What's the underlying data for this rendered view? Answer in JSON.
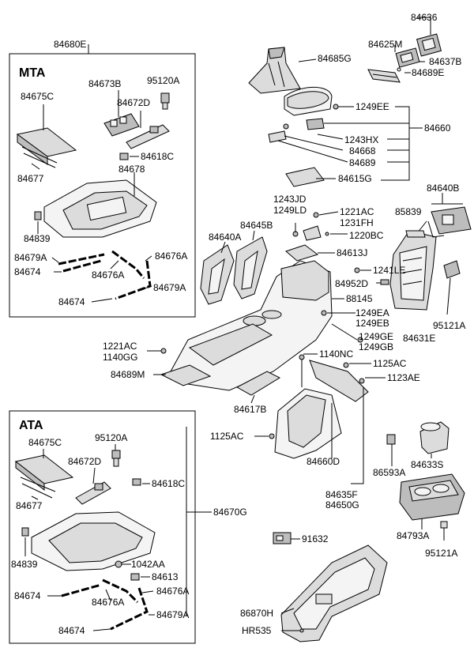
{
  "groups": {
    "mta": "MTA",
    "ata": "ATA"
  },
  "labels": {
    "p84636": "84636",
    "p84625M": "84625M",
    "p84637B": "84637B",
    "p84689E": "84689E",
    "p84680E": "84680E",
    "p84685G": "84685G",
    "p1249EE": "1249EE",
    "p84660": "84660",
    "p1243HX": "1243HX",
    "p84668": "84668",
    "p84689": "84689",
    "p84615G": "84615G",
    "p84675C_mta": "84675C",
    "p84673B": "84673B",
    "p95120A_mta": "95120A",
    "p84672D_mta": "84672D",
    "p84618C_mta": "84618C",
    "p84677_mta": "84677",
    "p84678": "84678",
    "p84839_mta": "84839",
    "p84679A_mta1": "84679A",
    "p84674_mta1": "84674",
    "p84676A_mta2": "84676A",
    "p84676A_mta1": "84676A",
    "p84679A_mta2": "84679A",
    "p84674_mta2": "84674",
    "p1243JD": "1243JD",
    "p1249LD": "1249LD",
    "p1221AC_a": "1221AC",
    "p1231FH": "1231FH",
    "p1220BC": "1220BC",
    "p84640A": "84640A",
    "p84645B": "84645B",
    "p84613J": "84613J",
    "p1241LE": "1241LE",
    "p84952D": "84952D",
    "p88145": "88145",
    "p1249EA": "1249EA",
    "p1249EB": "1249EB",
    "p1249GE": "1249GE",
    "p1249GB": "1249GB",
    "p84640B": "84640B",
    "p85839": "85839",
    "p95121A_a": "95121A",
    "p84631E": "84631E",
    "p1221AC_b": "1221AC",
    "p1140GG": "1140GG",
    "p84689M": "84689M",
    "p1140NC": "1140NC",
    "p1125AC_a": "1125AC",
    "p1123AE": "1123AE",
    "p84617B": "84617B",
    "p1125AC_b": "1125AC",
    "p84660D": "84660D",
    "p84675C_ata": "84675C",
    "p95120A_ata": "95120A",
    "p84672D_ata": "84672D",
    "p84618C_ata": "84618C",
    "p84677_ata": "84677",
    "p84670G": "84670G",
    "p84839_ata": "84839",
    "p1042AA": "1042AA",
    "p84613": "84613",
    "p84674_ata1": "84674",
    "p84676A_ata2": "84676A",
    "p84676A_ata1": "84676A",
    "p84679A_ata": "84679A",
    "p84674_ata2": "84674",
    "p86593A": "86593A",
    "p84633S": "84633S",
    "p84635F": "84635F",
    "p84650G": "84650G",
    "p84793A": "84793A",
    "p95121A_b": "95121A",
    "p91632": "91632",
    "p86870H": "86870H",
    "pHR535": "HR535"
  }
}
